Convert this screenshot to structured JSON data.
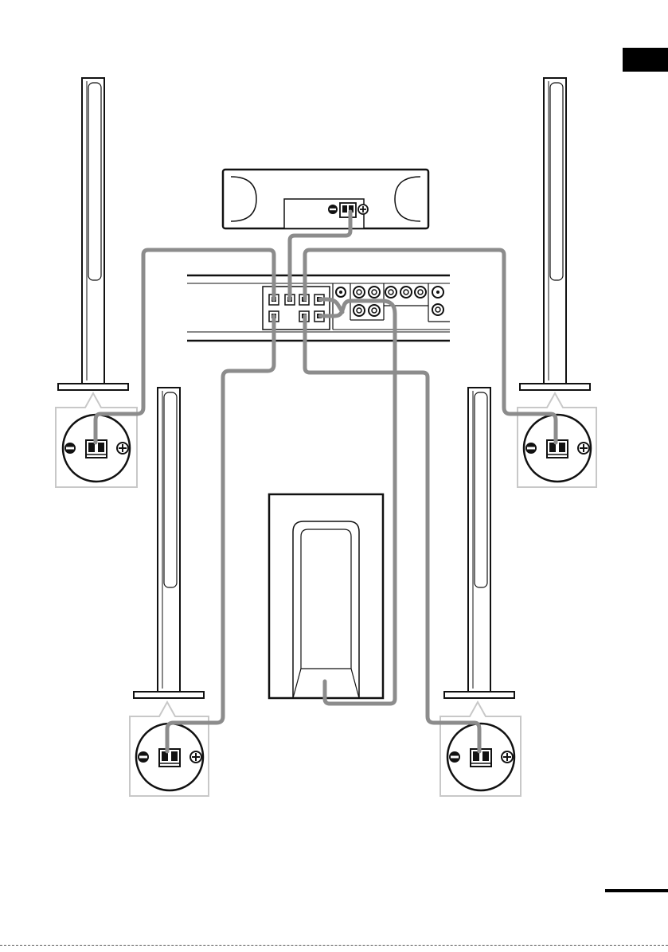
{
  "figure": {
    "description_text": "",
    "colors": {
      "line": "#111111",
      "cable": "#8c8c8c",
      "callout": "#c8c8c8",
      "fill": "#ffffff"
    },
    "polarity_symbols": [
      "minus-icon",
      "plus-icon"
    ],
    "components": [
      "front-left-speaker",
      "front-right-speaker",
      "center-speaker",
      "surround-left-speaker",
      "surround-right-speaker",
      "subwoofer",
      "main-unit-rear-panel"
    ]
  }
}
